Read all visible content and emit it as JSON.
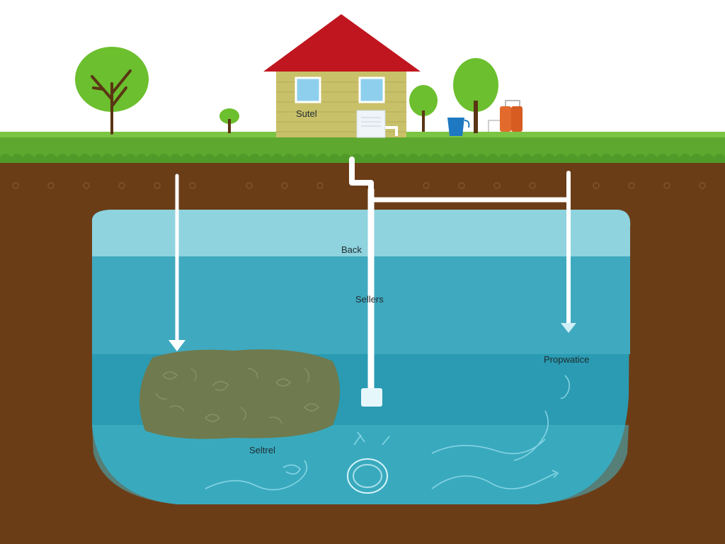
{
  "diagram": {
    "labels": {
      "house": "Sutel",
      "back": "Back",
      "sellers": "Sellers",
      "propwatice": "Propwatice",
      "sediment": "Seltrel"
    },
    "colors": {
      "sky": "#ffffff",
      "grass": "#6ab23a",
      "soil": "#6b3d17",
      "water_light": "#8fd3df",
      "water_mid": "#3fa9bf",
      "water_deep": "#2a9bb2",
      "pipe": "#ffffff",
      "roof": "#c0161f",
      "house_wall": "#c9c16a",
      "tree_canopy": "#6cbf2e",
      "sediment": "#6f7a4e"
    }
  }
}
